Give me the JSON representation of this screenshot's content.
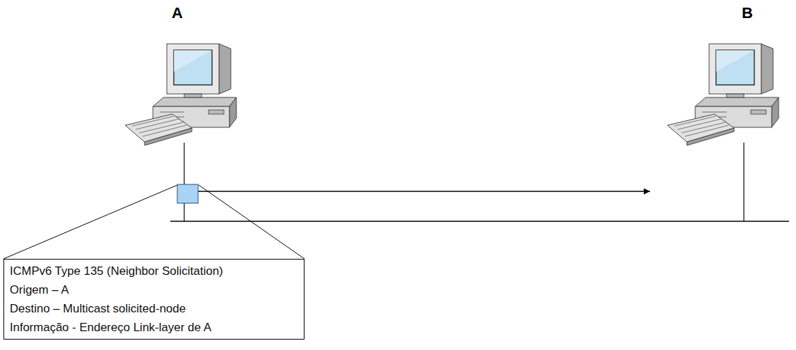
{
  "diagram": {
    "nodes": [
      {
        "text": [
          "A"
        ]
      },
      {
        "text": [
          "B"
        ]
      },
      {
        "text": [
          "ICMPv6 Type 135 (Neighbor Solicitation)",
          "Origem – A",
          "Destino – Multicast solicited-node",
          "Informação - Endereço Link-layer de A"
        ]
      }
    ],
    "edges": [
      {
        "from": 0,
        "to": 1,
        "arrow": "to"
      }
    ]
  }
}
